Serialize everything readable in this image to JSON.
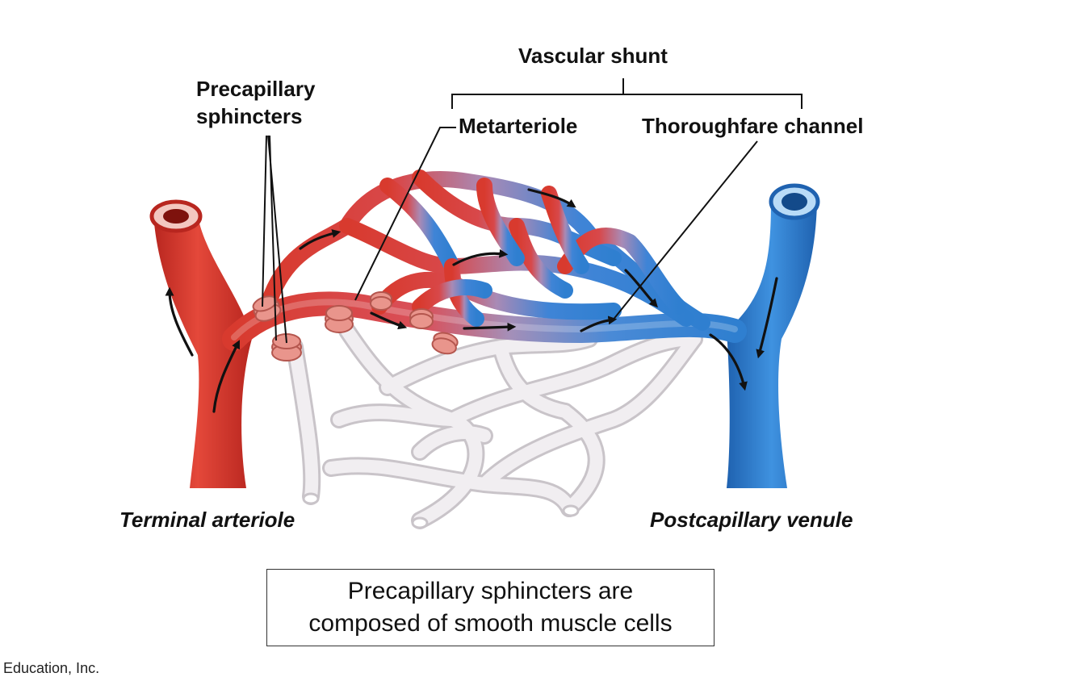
{
  "labels": {
    "vascular_shunt": "Vascular shunt",
    "precapillary_line1": "Precapillary",
    "precapillary_line2": "sphincters",
    "metarteriole": "Metarteriole",
    "thoroughfare_channel": "Thoroughfare channel",
    "terminal_arteriole": "Terminal arteriole",
    "postcapillary_venule": "Postcapillary venule"
  },
  "caption": {
    "line1": "Precapillary sphincters are",
    "line2": "composed of smooth muscle cells"
  },
  "copyright": "Education, Inc.",
  "colors": {
    "arteriole_red": "#d83a2e",
    "venule_blue": "#2f7fd0",
    "capillary_white": "#e6e3e6",
    "sphincter_pink": "#e9958c",
    "arrow": "#111111"
  }
}
